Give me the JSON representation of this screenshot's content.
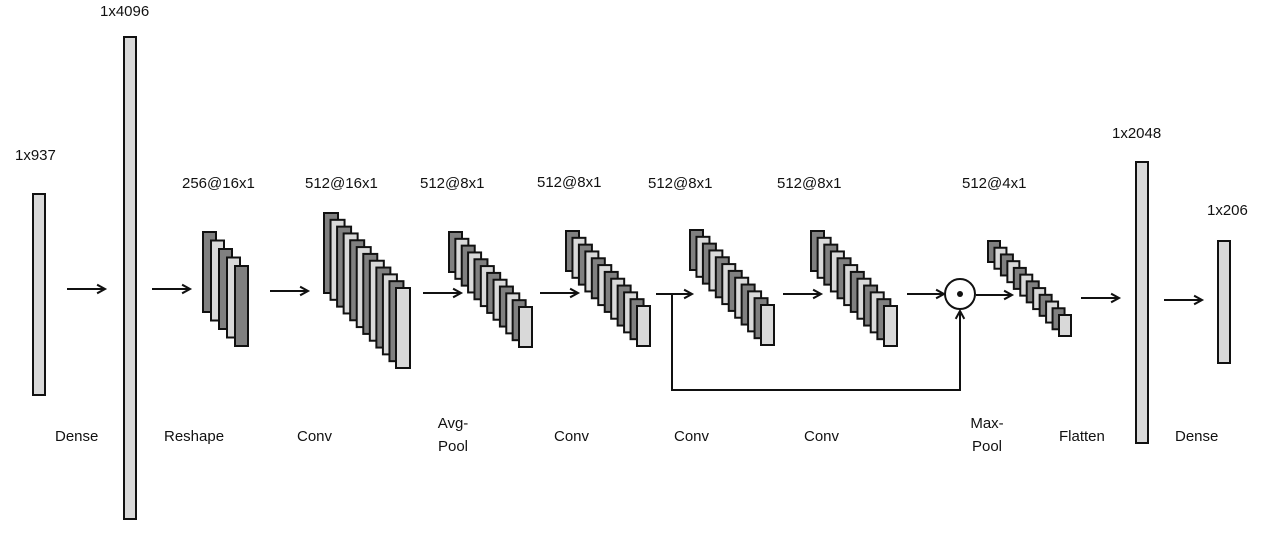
{
  "colors": {
    "dark_plate": "#808080",
    "light_plate": "#d9d9d9",
    "stroke": "#111111"
  },
  "shapes": [
    "1x937",
    "1x4096",
    "256@16x1",
    "512@16x1",
    "512@8x1",
    "512@8x1",
    "512@8x1",
    "512@8x1",
    "512@4x1",
    "1x2048",
    "1x206"
  ],
  "layers": [
    "Dense",
    "Reshape",
    "Conv",
    "Avg-\nPool",
    "Conv",
    "Conv",
    "Conv",
    "Max-\nPool",
    "Flatten",
    "Dense"
  ],
  "layer_lines": {
    "avgpool": [
      "Avg-",
      "Pool"
    ],
    "maxpool": [
      "Max-",
      "Pool"
    ]
  }
}
